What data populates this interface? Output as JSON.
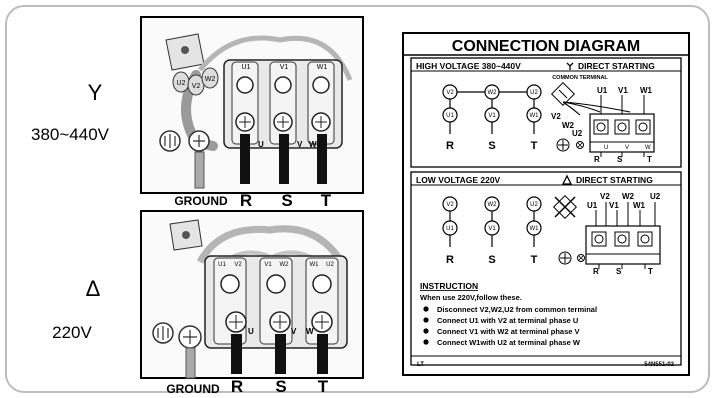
{
  "left": {
    "star_symbol": "Y",
    "high_voltage": "380~440V",
    "delta_symbol": "Δ",
    "low_voltage": "220V",
    "top_panel": {
      "terminals": [
        "U1",
        "V1",
        "W1"
      ],
      "jumper_labels": [
        "U2",
        "W2",
        "V2"
      ],
      "phase_letters": [
        "U",
        "V",
        "W"
      ],
      "line_letters": [
        "R",
        "S",
        "T"
      ],
      "ground": "GROUND"
    },
    "bottom_panel": {
      "terminals": [
        "U1",
        "V2",
        "V1",
        "W2",
        "W1",
        "U2"
      ],
      "phase_letters": [
        "U",
        "V",
        "W"
      ],
      "line_letters": [
        "R",
        "S",
        "T"
      ],
      "ground": "GROUND"
    }
  },
  "label": {
    "title": "CONNECTION DIAGRAM",
    "high_header": "HIGH  VOLTAGE 380~440V",
    "high_start": "DIRECT STARTING",
    "common_terminal": "COMMON TERMINAL",
    "high_top_row": [
      "V2",
      "W2",
      "U2"
    ],
    "high_bottom_row": [
      "U1",
      "V1",
      "W1"
    ],
    "phase_row": [
      "R",
      "S",
      "T"
    ],
    "high_common_wires": [
      "V2",
      "W2",
      "U2"
    ],
    "high_block_top": [
      "U1",
      "V1",
      "W1"
    ],
    "high_block_letters": [
      "U",
      "V",
      "W"
    ],
    "low_header": "LOW  VOLTAGE 220V",
    "low_start": "DIRECT STARTING",
    "low_top_row": [
      "V2",
      "W2",
      "U2"
    ],
    "low_bottom_row": [
      "U1",
      "V1",
      "W1"
    ],
    "low_block_top": [
      "V2",
      "W2",
      "U2"
    ],
    "low_block_mid": [
      "U1",
      "V1",
      "W1"
    ],
    "instruction_title": "INSTRUCTION",
    "instruction_intro": "When use 220V,follow these.",
    "instructions": [
      "Disconnect V2,W2,U2 from common terminal",
      "Connect U1 with V2 at terminal phase U",
      "Connect V1 with W2 at terminal phase V",
      "Connect W1with U2 at terminal phase W"
    ],
    "footer_left": "LT",
    "footer_right": "54N551-02"
  }
}
